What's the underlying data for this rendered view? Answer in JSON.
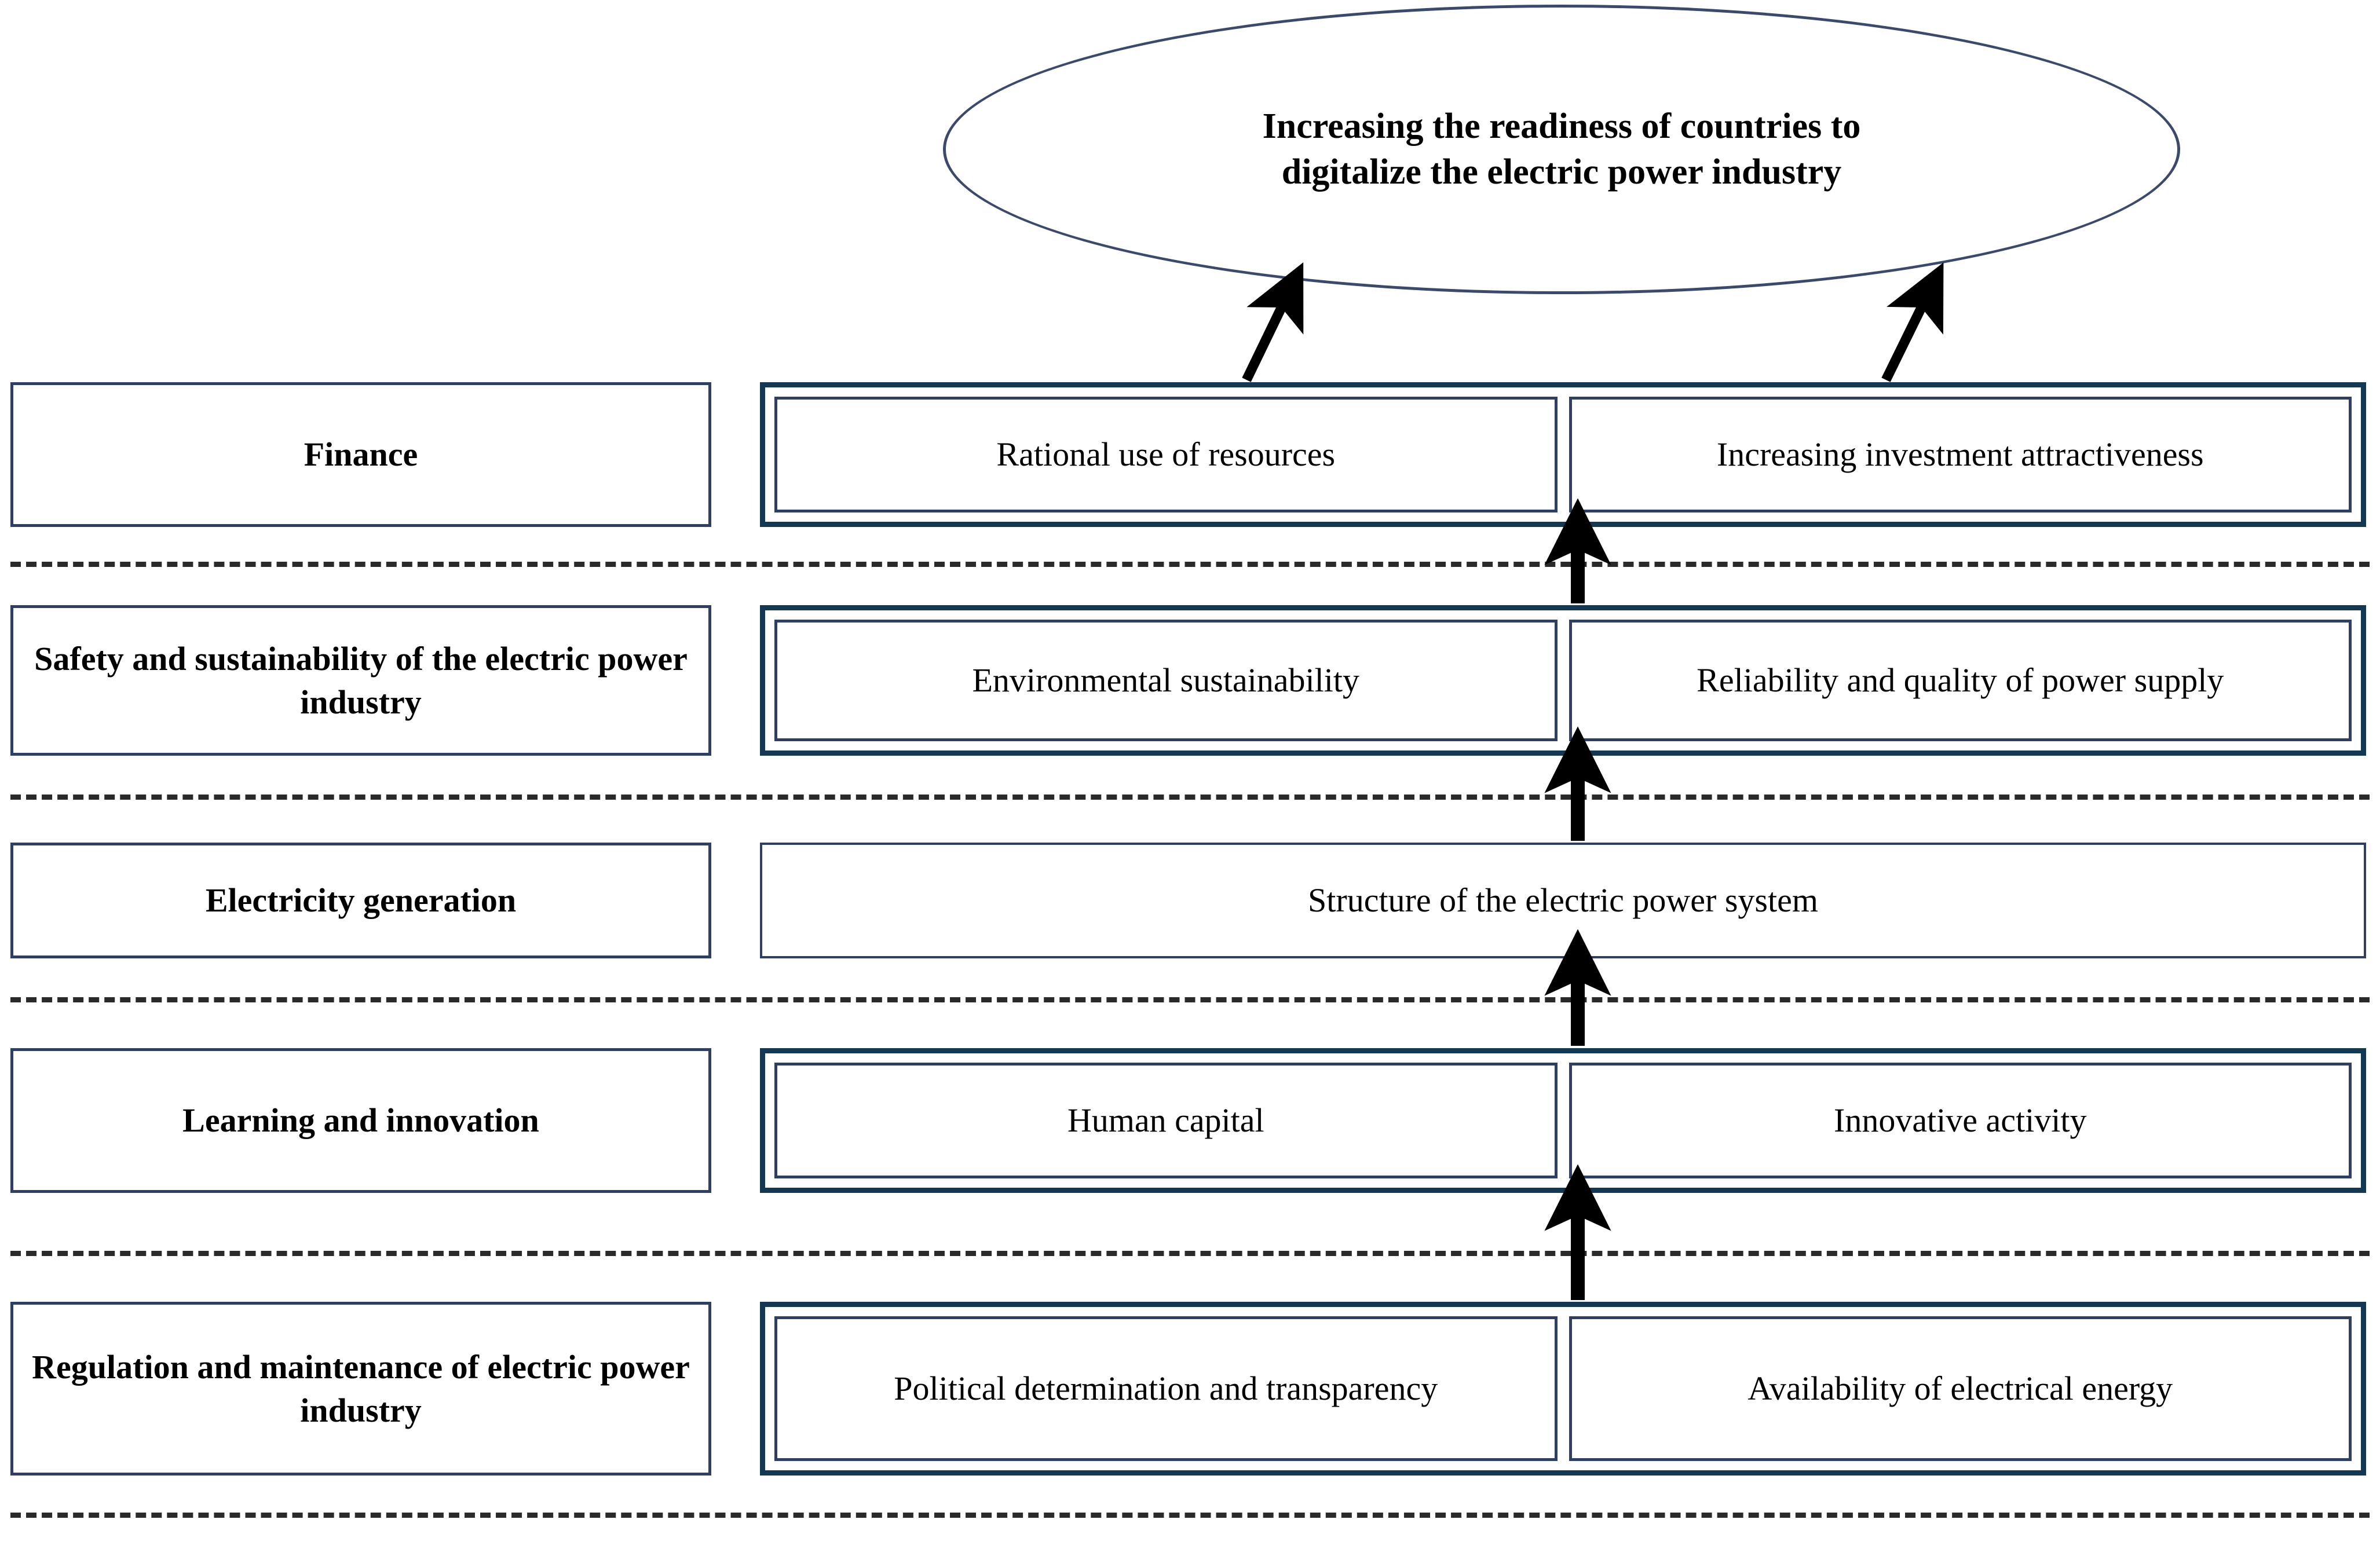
{
  "goal": {
    "line1": "Increasing the readiness of countries to",
    "line2": "digitalize the electric power industry"
  },
  "perspectives": [
    {
      "id": "finance",
      "label": "Finance",
      "items": [
        "Rational use of resources",
        "Increasing investment attractiveness"
      ]
    },
    {
      "id": "safety-sustainability",
      "label": "Safety and sustainability of the electric power industry",
      "items": [
        "Environmental sustainability",
        "Reliability and quality of power supply"
      ]
    },
    {
      "id": "electricity-generation",
      "label": "Electricity generation",
      "items": [
        "Structure of the electric power system"
      ]
    },
    {
      "id": "learning-innovation",
      "label": "Learning and innovation",
      "items": [
        "Human capital",
        "Innovative activity"
      ]
    },
    {
      "id": "regulation-maintenance",
      "label": "Regulation and maintenance of electric power industry",
      "items": [
        "Political determination and transparency",
        "Availability of electrical energy"
      ]
    }
  ],
  "colors": {
    "outer_border": "#143752",
    "inner_border": "#2e3f63",
    "ellipse_border": "#3b4a6b",
    "dashed_line": "#2a2a2a",
    "arrow": "#000000",
    "text": "#000000",
    "background": "#ffffff"
  },
  "arrows": {
    "goal_left_label": "Rational use of resources to goal",
    "goal_right_label": "Increasing investment attractiveness to goal",
    "chain": [
      "Safety and sustainability to Finance",
      "Electricity generation to Safety and sustainability",
      "Learning and innovation to Electricity generation",
      "Regulation and maintenance to Learning and innovation"
    ]
  }
}
